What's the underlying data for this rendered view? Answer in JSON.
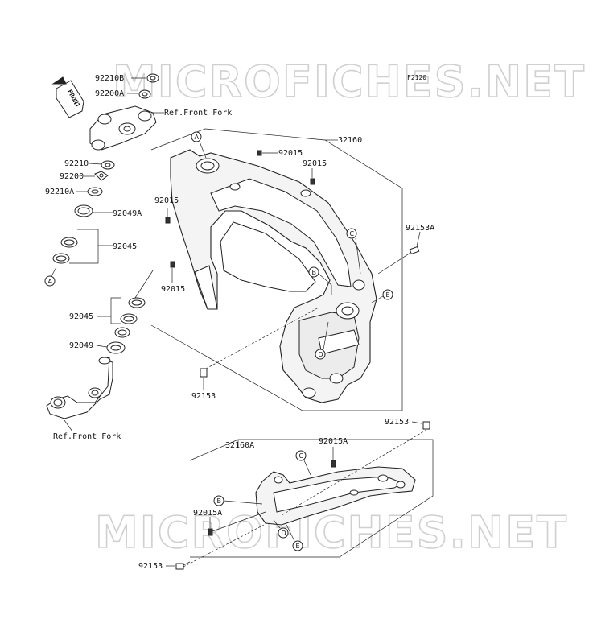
{
  "diagram": {
    "code": "F2120",
    "watermark": "MICROFICHES.NET",
    "front_arrow": "FRONT",
    "refs": {
      "front_fork_top": "Ref.Front Fork",
      "front_fork_bottom": "Ref.Front Fork"
    },
    "parts": {
      "p92210B": "92210B",
      "p92200A": "92200A",
      "p92210": "92210",
      "p92200": "92200",
      "p92210A": "92210A",
      "p92049A": "92049A",
      "p92045_top": "92045",
      "p92045_bottom": "92045",
      "p92049": "92049",
      "p32160": "32160",
      "p92015_a": "92015",
      "p92015_b": "92015",
      "p92015_c": "92015",
      "p92015_d": "92015",
      "p92153A": "92153A",
      "p92153_frame": "92153",
      "p92153_sub_top": "92153",
      "p92153_sub_bottom": "92153",
      "p32160A": "32160A",
      "p92015A_top": "92015A",
      "p92015A_left": "92015A"
    },
    "callouts": {
      "A": "A",
      "B": "B",
      "C": "C",
      "D": "D",
      "E": "E"
    }
  }
}
